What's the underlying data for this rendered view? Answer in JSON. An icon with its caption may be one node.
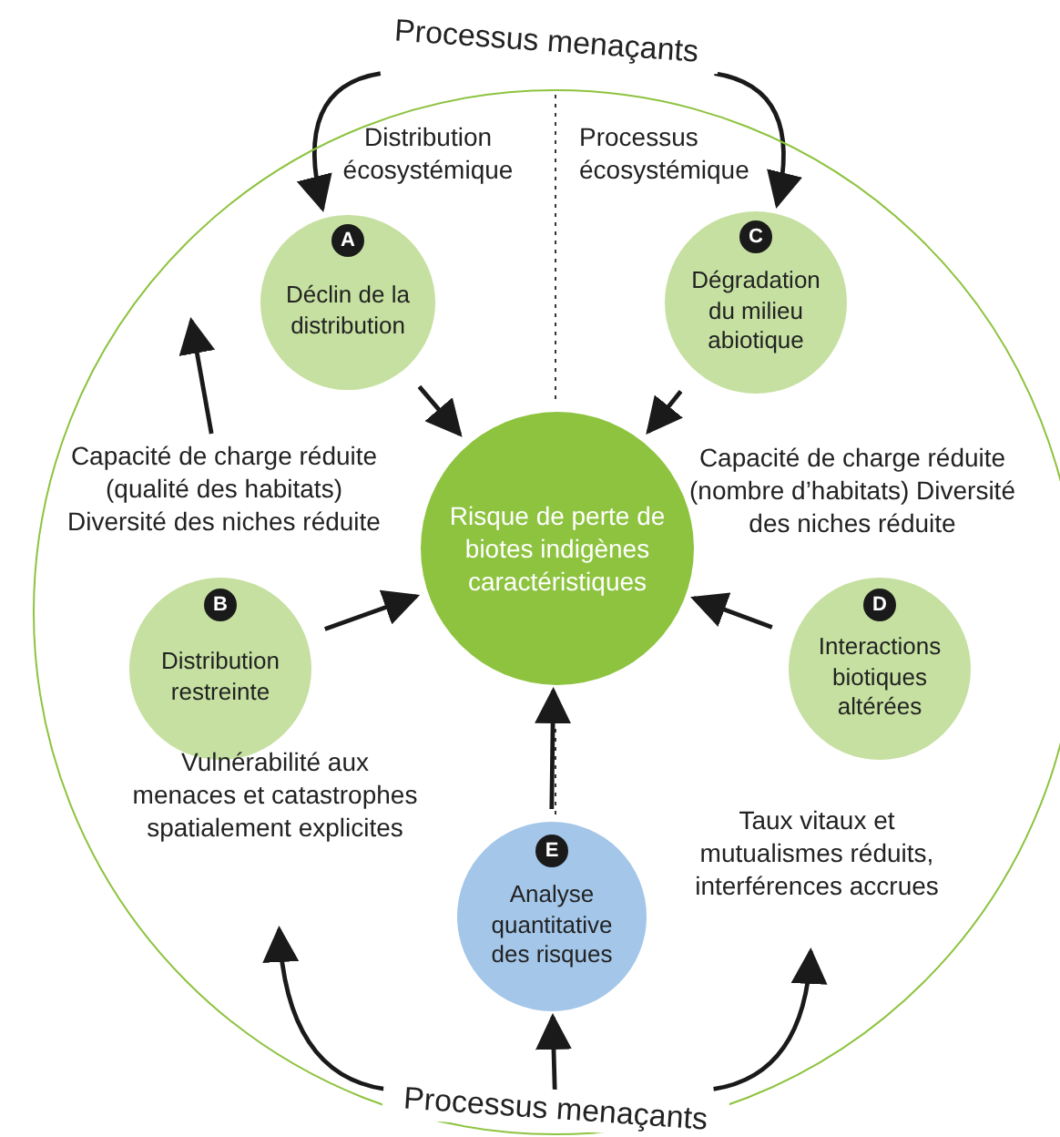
{
  "diagram": {
    "nodes": [
      {
        "text": [],
        "shape": "circle"
      },
      {
        "text": [
          "Processus menaçants"
        ]
      },
      {
        "text": [
          "A",
          "Déclin de la distribution"
        ],
        "in": 0
      },
      {
        "text": [
          "C",
          "Dégradation du milieu abiotique"
        ],
        "in": 0
      },
      {
        "text": [
          "Risque de perte de biotes indigènes caractéristiques"
        ],
        "in": 0
      },
      {
        "text": [
          "B",
          "Distribution restreinte"
        ],
        "in": 0
      },
      {
        "text": [
          "D",
          "Interactions biotiques altérées"
        ],
        "in": 0
      },
      {
        "text": [
          "E",
          "Analyse quantitative des risques"
        ],
        "in": 0
      },
      {
        "text": [
          "Vulnérabilité aux menaces et catastrophes spatialement explicites"
        ],
        "in": 0
      },
      {
        "text": [
          "Taux vitaux et mutualismes réduits, interférences accrues"
        ],
        "in": 0
      },
      {
        "text": [
          "Capacité de charge réduite (qualité des habitats) Diversité des niches réduite"
        ],
        "in": 0
      },
      {
        "text": [
          "Processus menaçants"
        ]
      }
    ],
    "edges": [
      {
        "from": 1,
        "to": 2,
        "arrow": "to"
      },
      {
        "from": 1,
        "to": 3,
        "arrow": "to"
      },
      {
        "from": 2,
        "to": 4,
        "arrow": "to"
      },
      {
        "from": 3,
        "to": 4,
        "arrow": "to"
      },
      {
        "from": 5,
        "to": 4,
        "arrow": "to"
      },
      {
        "from": 6,
        "to": 4,
        "arrow": "to"
      },
      {
        "from": 7,
        "to": 4,
        "arrow": "to"
      },
      {
        "from": 11,
        "to": 8,
        "arrow": "to"
      },
      {
        "from": 11,
        "to": 9,
        "arrow": "to"
      },
      {
        "from": 11,
        "to": 7,
        "arrow": "to"
      },
      {
        "from": 10,
        "to": null,
        "arrow": "to"
      }
    ],
    "labels": [
      "Distribution écosystémique",
      "Processus écosystémique",
      "Capacité de charge réduite (nombre d’habitats) Diversité des niches réduite"
    ]
  }
}
